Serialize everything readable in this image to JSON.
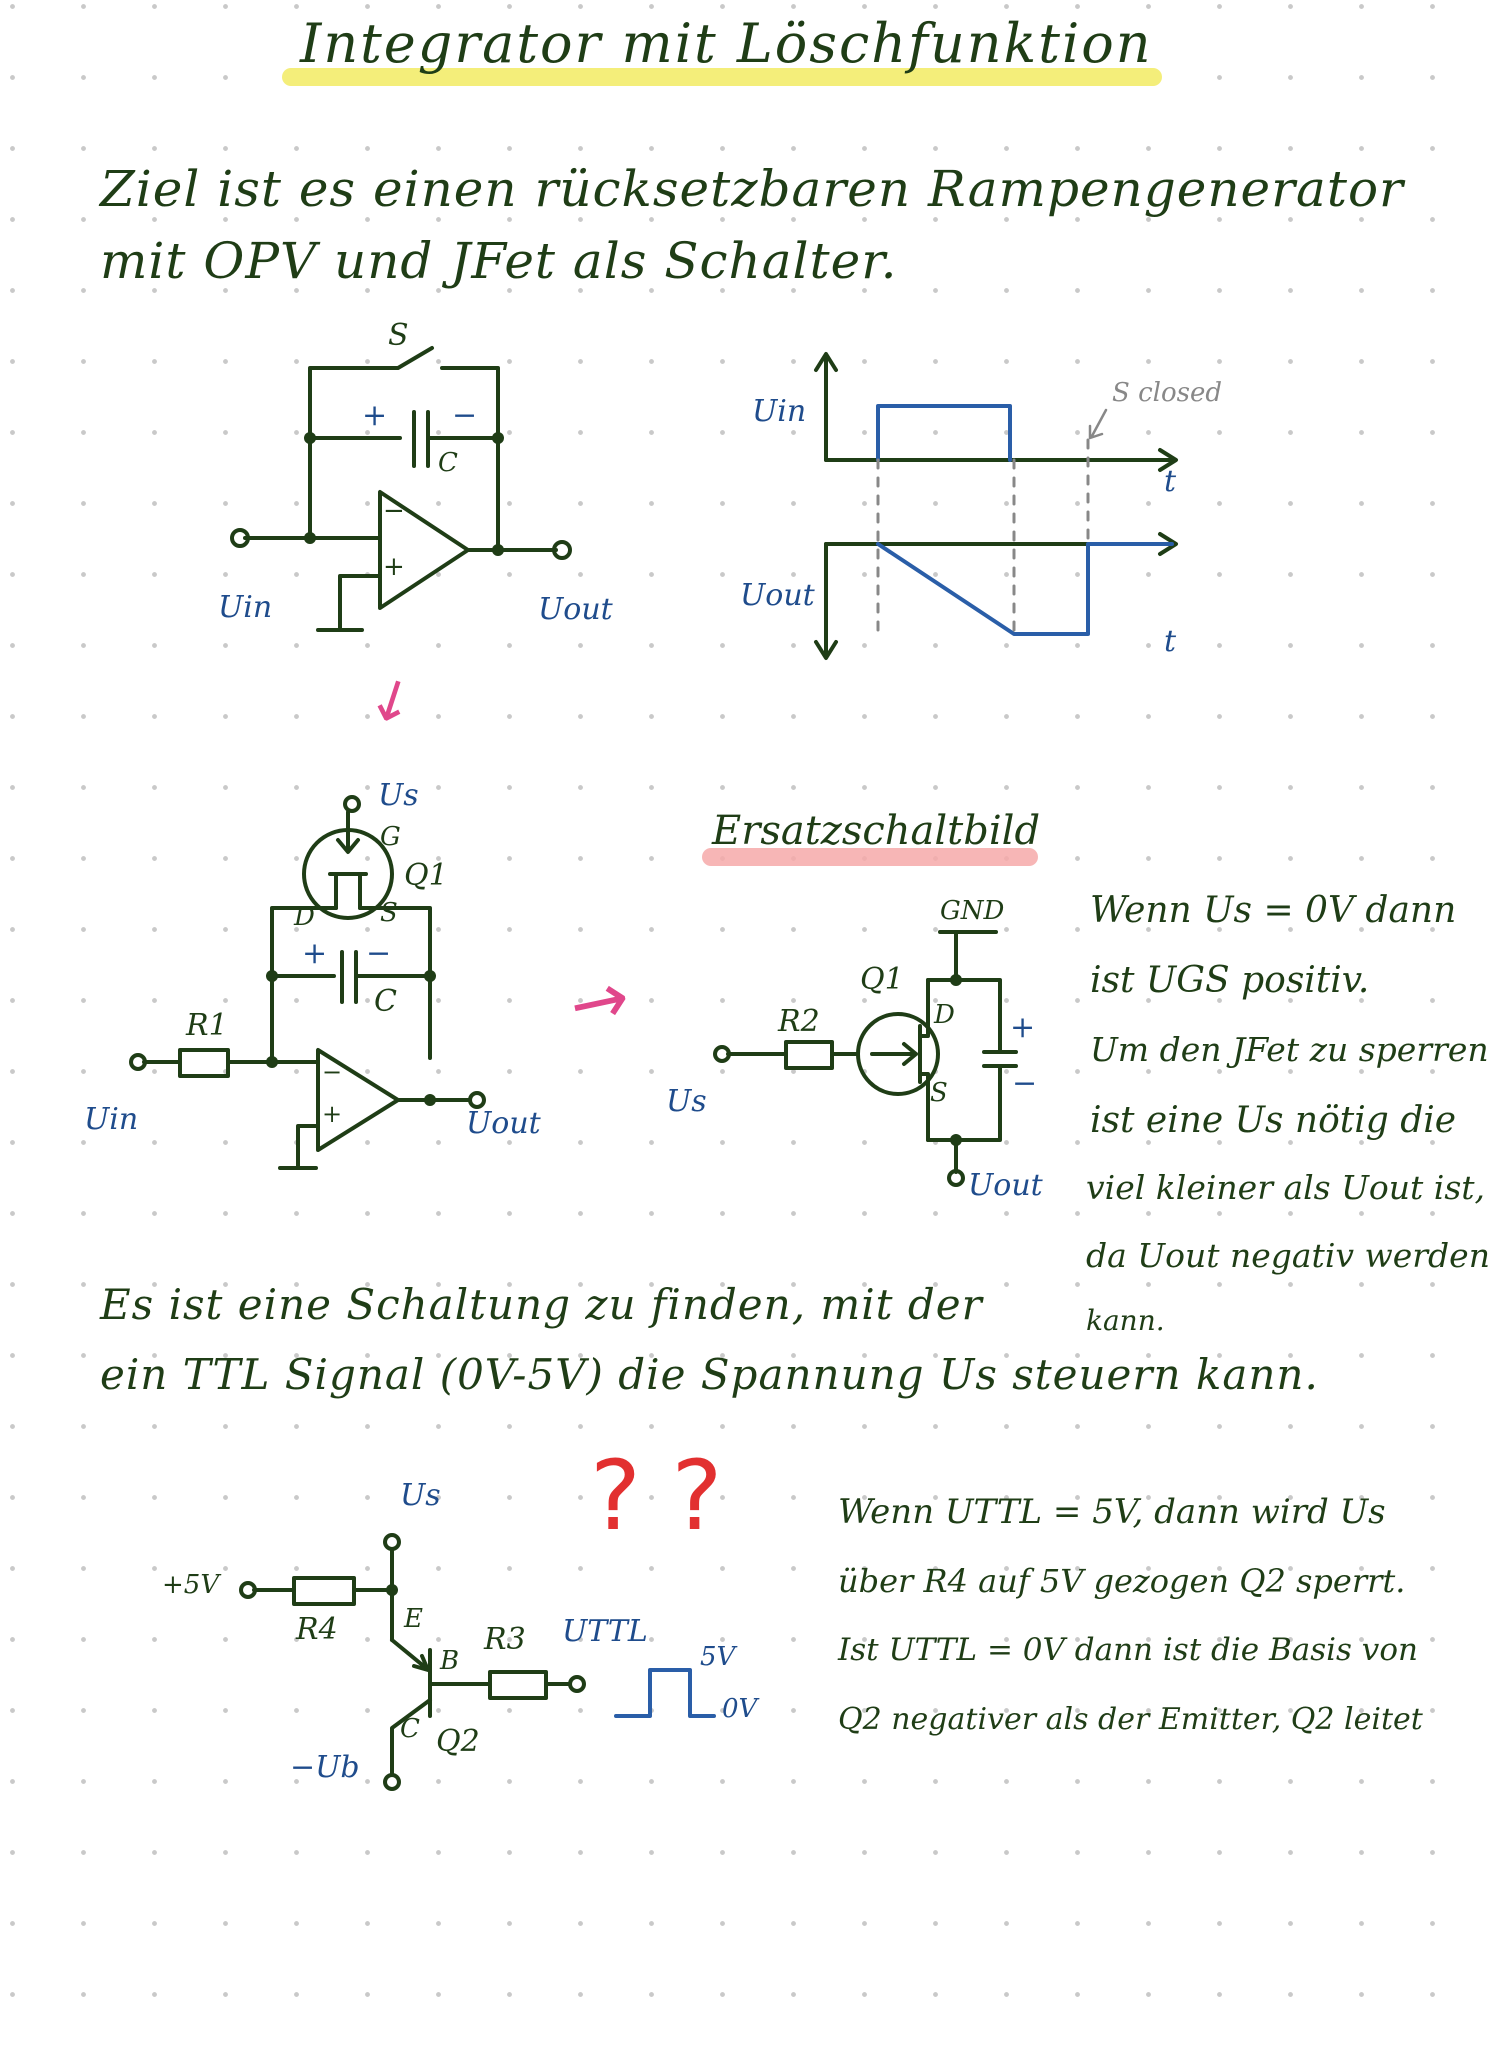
{
  "title": "Integrator mit Löschfunktion",
  "goal": {
    "line1": "Ziel ist es einen rücksetzbaren Rampengenerator",
    "line2": "mit OPV und JFet als Schalter."
  },
  "circuit1": {
    "switch": "S",
    "plus": "+",
    "minus": "−",
    "cap": "C",
    "in": "Uin",
    "out": "Uout"
  },
  "waveform": {
    "uin": "Uin",
    "uout": "Uout",
    "t": "t",
    "s_closed": "S closed"
  },
  "circuit2": {
    "us": "Us",
    "g": "G",
    "q1": "Q1",
    "d": "D",
    "s": "S",
    "cap": "C",
    "r1": "R1",
    "in": "Uin",
    "out": "Uout"
  },
  "ersatz": {
    "title": "Ersatzschaltbild",
    "gnd": "GND",
    "q1": "Q1",
    "r2": "R2",
    "d": "D",
    "s": "S",
    "plus": "+",
    "minus": "−",
    "us": "Us",
    "out": "Uout"
  },
  "description": [
    "Wenn Us = 0V dann",
    "ist UGS positiv.",
    "Um den JFet zu sperren",
    "ist eine Us nötig die",
    "viel kleiner als Uout ist,",
    "da Uout negativ werden",
    "kann."
  ],
  "task": {
    "line1": "Es ist eine Schaltung zu finden, mit der",
    "line2": "ein  TTL Signal (0V-5V) die Spannung Us steuern kann."
  },
  "circuit3": {
    "us": "Us",
    "plus5": "+5V",
    "r4": "R4",
    "e": "E",
    "b": "B",
    "r3": "R3",
    "uttl": "UTTL",
    "v5": "5V",
    "v0": "0V",
    "c": "C",
    "q2": "Q2",
    "ub": "−Ub"
  },
  "question": "? ?",
  "note": [
    "Wenn UTTL = 5V, dann wird Us",
    "über R4 auf 5V gezogen Q2 sperrt.",
    "Ist UTTL = 0V dann ist die Basis von",
    "Q2 negativer als der Emitter, Q2 leitet"
  ]
}
